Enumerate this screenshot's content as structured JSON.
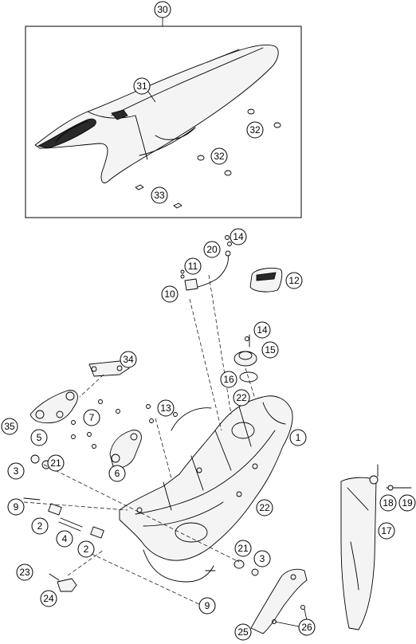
{
  "callouts": {
    "c30": "30",
    "c31": "31",
    "c32a": "32",
    "c32b": "32",
    "c33": "33",
    "c14a": "14",
    "c20": "20",
    "c11": "11",
    "c10": "10",
    "c12": "12",
    "c14b": "14",
    "c15": "15",
    "c16": "16",
    "c22a": "22",
    "c34": "34",
    "c13": "13",
    "c7": "7",
    "c35": "35",
    "c5": "5",
    "c1": "1",
    "c3a": "3",
    "c21a": "21",
    "c6": "6",
    "c9a": "9",
    "c2a": "2",
    "c4": "4",
    "c2b": "2",
    "c22b": "22",
    "c23": "23",
    "c24": "24",
    "c21b": "21",
    "c3b": "3",
    "c9b": "9",
    "c25": "25",
    "c26": "26",
    "c18": "18",
    "c19": "19",
    "c17": "17"
  }
}
